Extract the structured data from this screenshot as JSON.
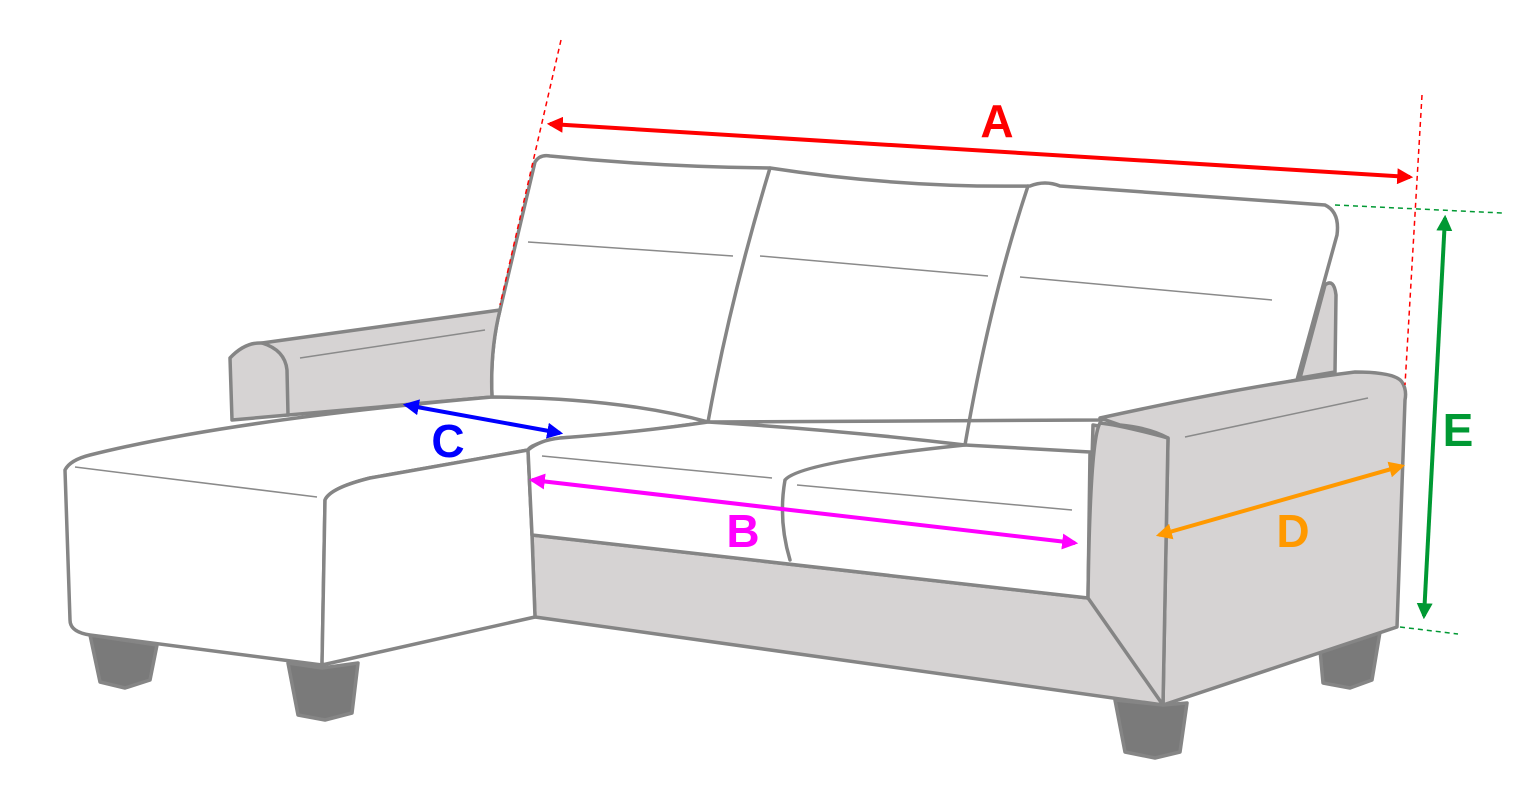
{
  "diagram": {
    "dimensions": [
      {
        "key": "A",
        "label": "A",
        "color": "#ff0000"
      },
      {
        "key": "B",
        "label": "B",
        "color": "#ff00ff"
      },
      {
        "key": "C",
        "label": "C",
        "color": "#0000ff"
      },
      {
        "key": "D",
        "label": "D",
        "color": "#ff9900"
      },
      {
        "key": "E",
        "label": "E",
        "color": "#009933"
      }
    ],
    "colors": {
      "outline": "#858585",
      "upholstery_light": "#ffffff",
      "upholstery_shade": "#d6d3d3",
      "legs": "#7a7a7a"
    }
  }
}
